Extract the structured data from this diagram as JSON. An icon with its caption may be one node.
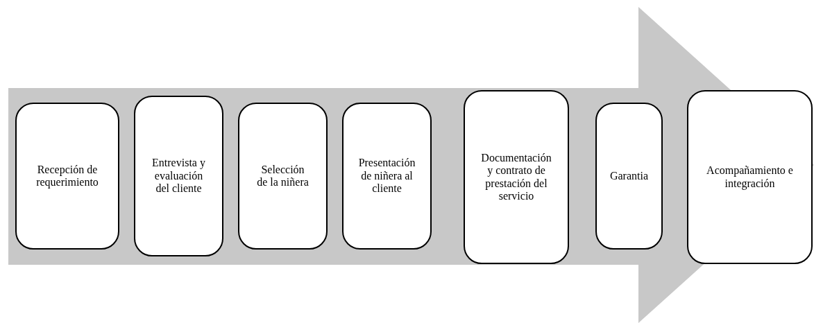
{
  "diagram": {
    "nodes": [
      {
        "text": [
          "Recepción de requerimiento"
        ]
      },
      {
        "text": [
          "Entrevista y evaluación del cliente"
        ]
      },
      {
        "text": [
          "Selección de la niñera"
        ]
      },
      {
        "text": [
          "Presentación de niñera al cliente"
        ]
      },
      {
        "text": [
          "Documentación y contrato de prestación del servicio"
        ]
      },
      {
        "text": [
          "Garantia"
        ]
      },
      {
        "text": [
          "Acompañamiento e integración"
        ]
      }
    ],
    "edges": [
      {
        "from": 0,
        "to": 6,
        "arrow": "to",
        "style": "thick"
      }
    ]
  }
}
